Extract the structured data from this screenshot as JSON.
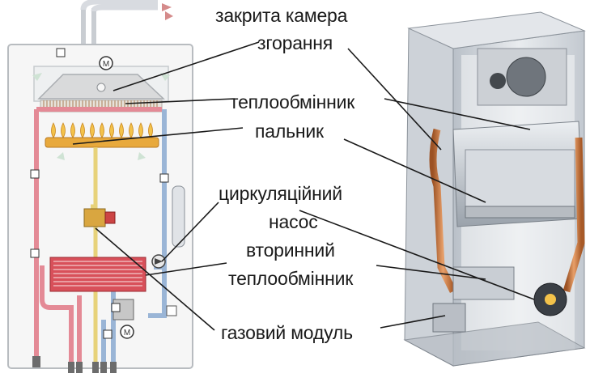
{
  "labels": {
    "combustion_1": "закрита камера",
    "combustion_2": "згорання",
    "heat_exchanger": "теплообмінник",
    "burner": "пальник",
    "pump_1": "циркуляційний",
    "pump_2": "насос",
    "secondary_1": "вторинний",
    "secondary_2": "теплообмінник",
    "gas_module": "газовий модуль"
  },
  "icons": [
    "fan-motor-icon",
    "pump-motor-icon",
    "gas-valve-motor-icon",
    "flow-arrow-icon"
  ],
  "colors": {
    "hot_pipe": "#e48a96",
    "cold_pipe": "#9ab5d6",
    "burner": "#e8a93c",
    "flame": "#f3c24a",
    "secondary_exchanger": "#d8505a",
    "copper": "#c8783a",
    "casing": "#cfd4da"
  }
}
